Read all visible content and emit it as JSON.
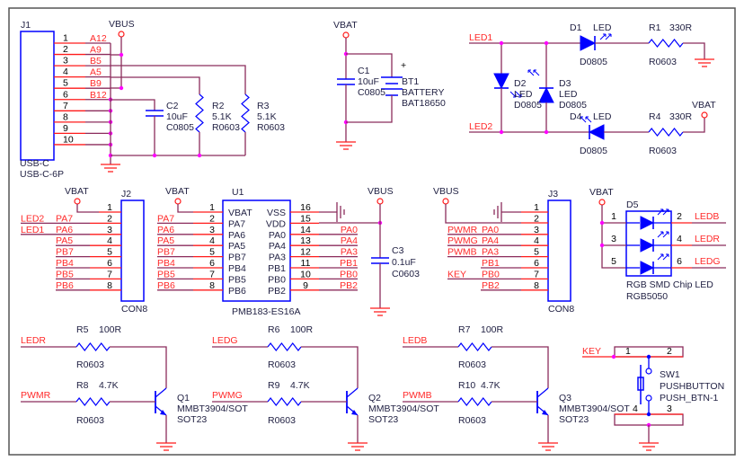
{
  "colors": {
    "wire": "#8b2c5c",
    "pin": "#ff1a1a",
    "component": "#0000ff",
    "text": "#222244",
    "net_label": "#ff2a2a",
    "junction": "#ff00ff",
    "frame": "#555555"
  },
  "power": {
    "vbus": "VBUS",
    "vbat": "VBAT"
  },
  "j1": {
    "ref": "J1",
    "value": "USB-C",
    "footprint": "USB-C-6P",
    "pins": [
      "1",
      "2",
      "3",
      "4",
      "5",
      "6",
      "7",
      "8",
      "9",
      "10"
    ],
    "nets": [
      "A12",
      "A9",
      "B5",
      "A5",
      "B9",
      "B12"
    ]
  },
  "c2": {
    "ref": "C2",
    "value": "10uF",
    "footprint": "C0805"
  },
  "r2": {
    "ref": "R2",
    "value": "5.1K",
    "footprint": "R0603"
  },
  "r3": {
    "ref": "R3",
    "value": "5.1K",
    "footprint": "R0603"
  },
  "c1": {
    "ref": "C1",
    "value": "10uF",
    "footprint": "C0805"
  },
  "bt1": {
    "ref": "BT1",
    "value": "BATTERY",
    "footprint": "BAT18650",
    "polarity": "+"
  },
  "leds": {
    "net1": "LED1",
    "net2": "LED2",
    "d1": {
      "ref": "D1",
      "value": "LED",
      "footprint": "D0805"
    },
    "d2": {
      "ref": "D2",
      "value": "LED",
      "footprint": "D0805"
    },
    "d3": {
      "ref": "D3",
      "value": "LED",
      "footprint": "D0805"
    },
    "d4": {
      "ref": "D4",
      "value": "LED",
      "footprint": "D0805"
    },
    "r1": {
      "ref": "R1",
      "value": "330R",
      "footprint": "R0603"
    },
    "r4": {
      "ref": "R4",
      "value": "330R",
      "footprint": "R0603"
    }
  },
  "j2": {
    "ref": "J2",
    "value": "CON8",
    "pins": [
      "1",
      "2",
      "3",
      "4",
      "5",
      "6",
      "7",
      "8"
    ],
    "nets": [
      "",
      "PA7",
      "PA6",
      "PA5",
      "PB7",
      "PB4",
      "PB5",
      "PB6"
    ],
    "extra_nets": [
      "",
      "LED2",
      "LED1"
    ]
  },
  "u1": {
    "ref": "U1",
    "value": "PMB183-ES16A",
    "left_pins": [
      "1",
      "2",
      "3",
      "4",
      "5",
      "6",
      "7",
      "8"
    ],
    "left_names": [
      "VBAT",
      "PA7",
      "PA6",
      "PA5",
      "PB7",
      "PB4",
      "PB5",
      "PB6"
    ],
    "left_nets": [
      "",
      "PA7",
      "PA6",
      "PA5",
      "PB7",
      "PB4",
      "PB5",
      "PB6"
    ],
    "right_pins": [
      "16",
      "15",
      "14",
      "13",
      "12",
      "11",
      "10",
      "9"
    ],
    "right_names": [
      "VSS",
      "VDD",
      "PA0",
      "PA4",
      "PA3",
      "PB1",
      "PB0",
      "PB2"
    ],
    "right_nets": [
      "",
      "",
      "PA0",
      "PA4",
      "PA3",
      "PB1",
      "PB0",
      "PB2"
    ]
  },
  "c3": {
    "ref": "C3",
    "value": "0.1uF",
    "footprint": "C0603"
  },
  "j3": {
    "ref": "J3",
    "value": "CON8",
    "pins": [
      "1",
      "2",
      "3",
      "4",
      "5",
      "6",
      "7",
      "8"
    ],
    "nets": [
      "",
      "",
      "PA0",
      "PA4",
      "PA3",
      "PB1",
      "PB0",
      "PB2"
    ],
    "aliases": [
      "",
      "",
      "PWMR",
      "PWMG",
      "PWMB",
      "",
      "KEY",
      ""
    ]
  },
  "d5": {
    "ref": "D5",
    "value": "RGB SMD Chip LED",
    "footprint": "RGB5050",
    "left_pins": [
      "1",
      "3",
      "5"
    ],
    "right_pins": [
      "2",
      "4",
      "6"
    ],
    "nets": [
      "LEDB",
      "LEDR",
      "LEDG"
    ]
  },
  "drivers": [
    {
      "net": "LEDR",
      "r_top": {
        "ref": "R5",
        "value": "100R",
        "footprint": "R0603"
      },
      "pwm": "PWMR",
      "r_base": {
        "ref": "R8",
        "value": "4.7K",
        "footprint": "R0603"
      },
      "q": {
        "ref": "Q1",
        "value": "MMBT3904/SOT",
        "footprint": "SOT23"
      }
    },
    {
      "net": "LEDG",
      "r_top": {
        "ref": "R6",
        "value": "100R",
        "footprint": "R0603"
      },
      "pwm": "PWMG",
      "r_base": {
        "ref": "R9",
        "value": "4.7K",
        "footprint": "R0603"
      },
      "q": {
        "ref": "Q2",
        "value": "MMBT3904/SOT",
        "footprint": "SOT23"
      }
    },
    {
      "net": "LEDB",
      "r_top": {
        "ref": "R7",
        "value": "100R",
        "footprint": "R0603"
      },
      "pwm": "PWMB",
      "r_base": {
        "ref": "R10",
        "value": "4.7K",
        "footprint": "R0603"
      },
      "q": {
        "ref": "Q3",
        "value": "MMBT3904/SOT",
        "footprint": "SOT23"
      }
    }
  ],
  "sw1": {
    "ref": "SW1",
    "value": "PUSHBUTTON",
    "footprint": "PUSH_BTN-1",
    "net": "KEY",
    "pins": [
      "1",
      "2",
      "3",
      "4"
    ]
  }
}
